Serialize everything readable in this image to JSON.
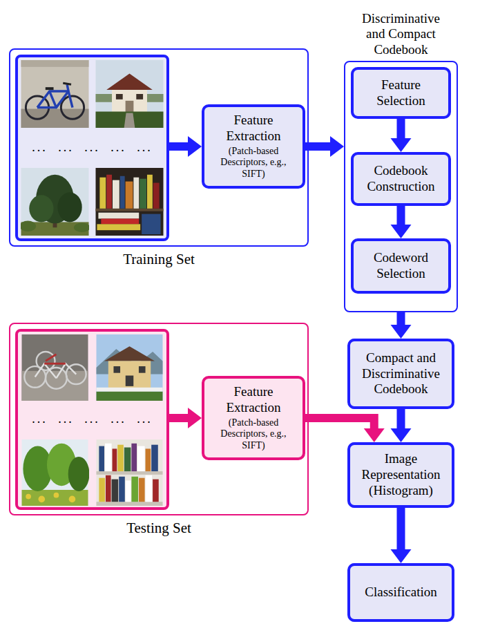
{
  "diagram": {
    "nodes": [
      {
        "text": [
          "Training Set"
        ]
      },
      {
        "text": [
          "... ... ... ... ..."
        ],
        "in": 0
      },
      {
        "text": [
          "Feature Extraction",
          "(Patch-based Descriptors, e.g., SIFT)"
        ],
        "in": 0
      },
      {
        "text": [
          "Discriminative and Compact Codebook"
        ]
      },
      {
        "text": [
          "Feature Selection"
        ],
        "in": 3
      },
      {
        "text": [
          "Codebook Construction"
        ],
        "in": 3
      },
      {
        "text": [
          "Codeword Selection"
        ],
        "in": 3
      },
      {
        "text": [
          "Testing Set"
        ]
      },
      {
        "text": [
          "... ... ... ... ..."
        ],
        "in": 7
      },
      {
        "text": [
          "Feature Extraction",
          "(Patch-based Descriptors, e.g., SIFT)"
        ],
        "in": 7
      },
      {
        "text": [
          "Compact and Discriminative Codebook"
        ]
      },
      {
        "text": [
          "Image Representation (Histogram)"
        ]
      },
      {
        "text": [
          "Classification"
        ]
      }
    ],
    "edges": [
      {
        "from": 1,
        "to": 2,
        "arrow": "to"
      },
      {
        "from": 2,
        "to": 3,
        "arrow": "to"
      },
      {
        "from": 4,
        "to": 5,
        "arrow": "to"
      },
      {
        "from": 5,
        "to": 6,
        "arrow": "to"
      },
      {
        "from": 3,
        "to": 10,
        "arrow": "to"
      },
      {
        "from": 8,
        "to": 9,
        "arrow": "to"
      },
      {
        "from": 9,
        "to": 11,
        "arrow": "to"
      },
      {
        "from": 10,
        "to": 11,
        "arrow": "to"
      },
      {
        "from": 11,
        "to": 12,
        "arrow": "to"
      }
    ]
  }
}
